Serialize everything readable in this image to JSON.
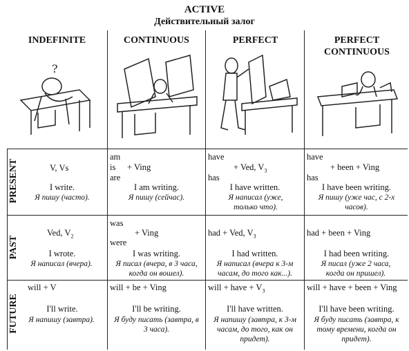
{
  "header": {
    "title": "ACTIVE",
    "subtitle": "Действительный залог"
  },
  "columns": [
    "INDEFINITE",
    "CONTINUOUS",
    "PERFECT",
    "PERFECT CONTINUOUS"
  ],
  "rows": [
    "PRESENT",
    "PAST",
    "FUTURE"
  ],
  "present": {
    "indefinite": {
      "formula": "V, Vs",
      "example": "I write.",
      "translation": "Я пишу (часто)."
    },
    "continuous": {
      "aux": [
        "am",
        "is",
        "are"
      ],
      "formula": "+ Ving",
      "example": "I am writing.",
      "translation": "Я пишу (сейчас)."
    },
    "perfect": {
      "aux": [
        "have",
        "has"
      ],
      "formula": "+ Ved, V",
      "sub": "3",
      "example": "I have written.",
      "translation": "Я написал (уже, только что)."
    },
    "perfect_continuous": {
      "aux": [
        "have",
        "has"
      ],
      "formula": "+ been + Ving",
      "example": "I have been writing.",
      "translation": "Я пишу (уже час, с 2-х часов)."
    }
  },
  "past": {
    "indefinite": {
      "formula": "Ved, V",
      "sub": "2",
      "example": "I wrote.",
      "translation": "Я написал (вчера)."
    },
    "continuous": {
      "aux": [
        "was",
        "were"
      ],
      "formula": "+ Ving",
      "example": "I was writing.",
      "translation": "Я писал (вчера, в 3 часа, когда он вошел)."
    },
    "perfect": {
      "formula": "had + Ved, V",
      "sub": "3",
      "example": "I had written.",
      "translation": "Я написал (вчера к 3-м часам, до того как...)."
    },
    "perfect_continuous": {
      "formula": "had + been + Ving",
      "example": "I had been writing.",
      "translation": "Я писал (уже 2 часа, когда он пришел)."
    }
  },
  "future": {
    "indefinite": {
      "formula": "will + V",
      "example": "I'll write.",
      "translation": "Я напишу (завтра)."
    },
    "continuous": {
      "formula": "will + be + Ving",
      "example": "I'll be writing.",
      "translation": "Я буду писать (завтра, в 3 часа)."
    },
    "perfect": {
      "formula": "will + have + V",
      "sub": "3",
      "example": "I'll have written.",
      "translation": "Я напишу (завтра, к 3-м часам, до того, как он придет)."
    },
    "perfect_continuous": {
      "formula": "will + have + been + Ving",
      "example": "I'll have been writing.",
      "translation": "Я буду писать (завтра, к тому времени, когда он придет)."
    }
  }
}
